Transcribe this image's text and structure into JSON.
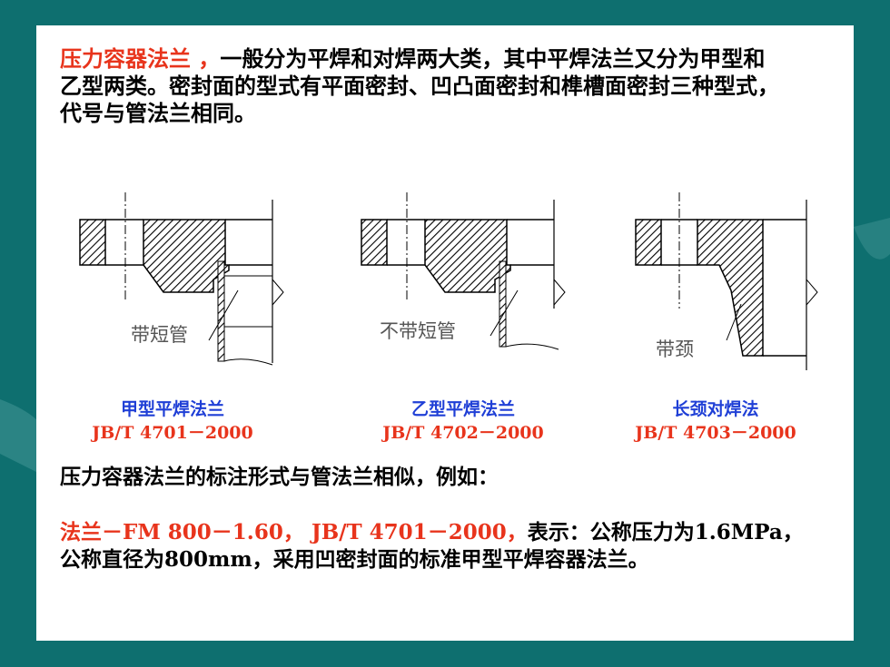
{
  "intro": {
    "highlight": "压力容器法兰 ，",
    "text": "一般分为平焊和对焊两大类，其中平焊法兰又分为甲型和乙型两类。密封面的型式有平面密封、凹凸面密封和榫槽面密封三种型式，代号与管法兰相同。"
  },
  "figures": [
    {
      "label": "带短管",
      "name": "甲型平焊法兰",
      "code": "JB/T 4701－2000"
    },
    {
      "label": "不带短管",
      "name": "乙型平焊法兰",
      "code": "JB/T 4702－2000"
    },
    {
      "label": "带颈",
      "name": "长颈对焊法",
      "code": "JB/T 4703－2000"
    }
  ],
  "example": {
    "intro": "压力容器法兰的标注形式与管法兰相似，例如：",
    "code": "法兰－FM 800－1.60， JB/T 4701－2000，",
    "desc_a": "表示：公称压力为1.6MPa，",
    "desc_b": "公称直径为800mm，采用凹密封面的标准甲型平焊容器法兰。"
  },
  "colors": {
    "background": "#0e6f6f",
    "highlight": "#e8341c",
    "caption_blue": "#1f3fd6"
  }
}
